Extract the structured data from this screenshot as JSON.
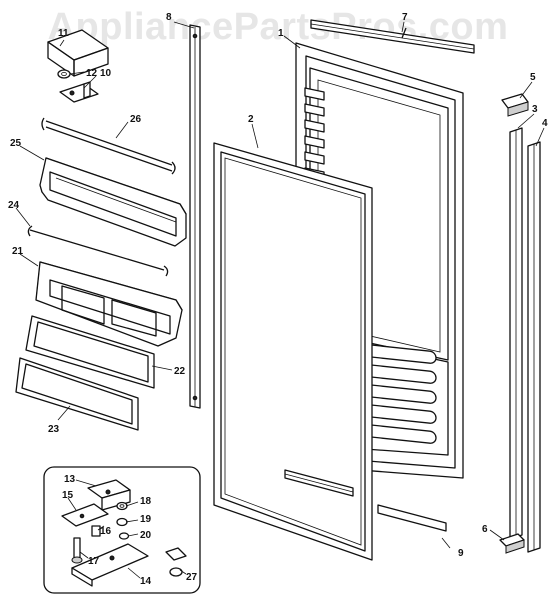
{
  "watermark": "AppliancePartsPros.com",
  "callouts": {
    "c1": "1",
    "c2": "2",
    "c3": "3",
    "c4": "4",
    "c5": "5",
    "c6": "6",
    "c7": "7",
    "c8": "8",
    "c9": "9",
    "c10": "10",
    "c11": "11",
    "c12": "12",
    "c13": "13",
    "c14": "14",
    "c15": "15",
    "c16": "16",
    "c17": "17",
    "c18": "18",
    "c19": "19",
    "c20": "20",
    "c21": "21",
    "c22": "22",
    "c23": "23",
    "c24": "24",
    "c25": "25",
    "c26": "26",
    "c27": "27"
  }
}
